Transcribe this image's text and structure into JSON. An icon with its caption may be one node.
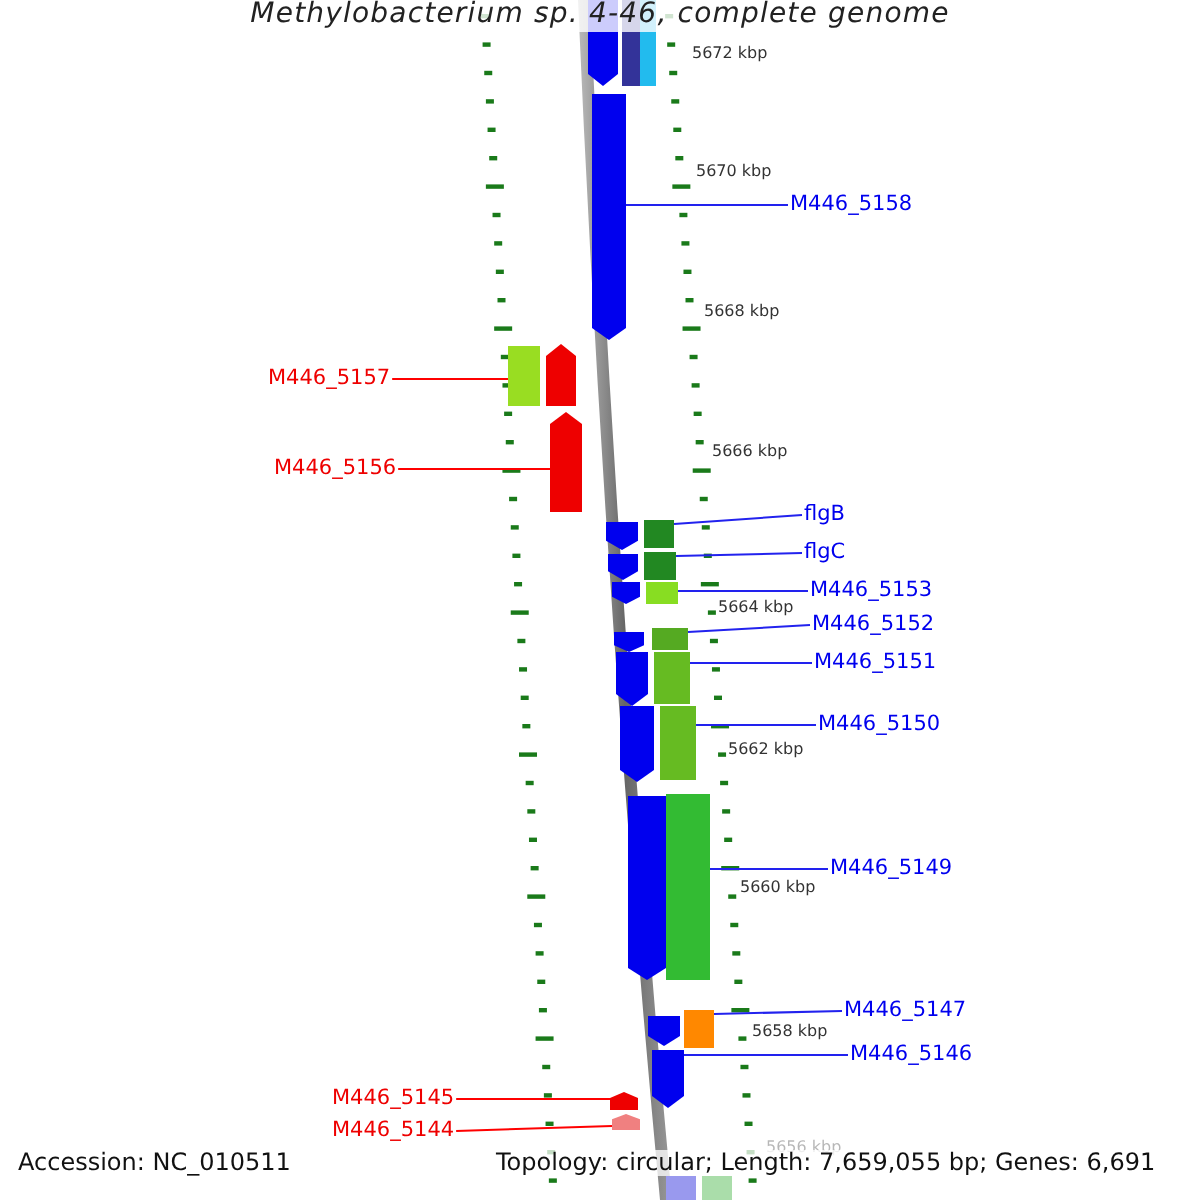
{
  "diagram": {
    "title": "Methylobacterium sp. 4-46, complete genome",
    "nodes": [
      {
        "text": [
          "M446_5158"
        ]
      },
      {
        "text": [],
        "shape": "arrow"
      },
      {
        "text": [
          "M446_5157"
        ]
      },
      {
        "text": [],
        "shape": "bar"
      },
      {
        "text": [
          "M446_5156"
        ]
      },
      {
        "text": [],
        "shape": "arrow"
      },
      {
        "text": [
          "flgB"
        ]
      },
      {
        "text": [],
        "shape": "bar"
      },
      {
        "text": [
          "flgC"
        ]
      },
      {
        "text": [],
        "shape": "bar"
      },
      {
        "text": [
          "M446_5153"
        ]
      },
      {
        "text": [],
        "shape": "bar"
      },
      {
        "text": [
          "M446_5152"
        ]
      },
      {
        "text": [],
        "shape": "bar"
      },
      {
        "text": [
          "M446_5151"
        ]
      },
      {
        "text": [],
        "shape": "bar"
      },
      {
        "text": [
          "M446_5150"
        ]
      },
      {
        "text": [],
        "shape": "bar"
      },
      {
        "text": [
          "M446_5149"
        ]
      },
      {
        "text": [],
        "shape": "bar"
      },
      {
        "text": [
          "M446_5147"
        ]
      },
      {
        "text": [],
        "shape": "bar"
      },
      {
        "text": [
          "M446_5146"
        ]
      },
      {
        "text": [],
        "shape": "arrow"
      },
      {
        "text": [
          "M446_5145"
        ]
      },
      {
        "text": [],
        "shape": "arrow"
      },
      {
        "text": [
          "M446_5144"
        ]
      },
      {
        "text": [],
        "shape": "arrow"
      },
      {
        "text": [],
        "shape": "arrow"
      },
      {
        "text": [],
        "shape": "bar"
      },
      {
        "text": [],
        "shape": "bar"
      },
      {
        "text": [],
        "shape": "arrow"
      },
      {
        "text": [],
        "shape": "arrow"
      },
      {
        "text": [],
        "shape": "arrow"
      },
      {
        "text": [],
        "shape": "arrow"
      },
      {
        "text": [],
        "shape": "arrow"
      },
      {
        "text": [],
        "shape": "arrow"
      },
      {
        "text": [],
        "shape": "arrow"
      },
      {
        "text": [],
        "shape": "arrow"
      },
      {
        "text": [],
        "shape": "arrow"
      },
      {
        "text": [],
        "shape": "bar"
      },
      {
        "text": [],
        "shape": "bar"
      }
    ],
    "edges": [
      {
        "from": 0,
        "to": 1,
        "arrow": "none"
      },
      {
        "from": 2,
        "to": 3,
        "arrow": "none",
        "color": "#ff0000"
      },
      {
        "from": 4,
        "to": 5,
        "arrow": "none",
        "color": "#ff0000"
      },
      {
        "from": 6,
        "to": 7,
        "arrow": "none"
      },
      {
        "from": 8,
        "to": 9,
        "arrow": "none"
      },
      {
        "from": 10,
        "to": 11,
        "arrow": "none"
      },
      {
        "from": 12,
        "to": 13,
        "arrow": "none"
      },
      {
        "from": 14,
        "to": 15,
        "arrow": "none"
      },
      {
        "from": 16,
        "to": 17,
        "arrow": "none"
      },
      {
        "from": 18,
        "to": 19,
        "arrow": "none"
      },
      {
        "from": 20,
        "to": 21,
        "arrow": "none"
      },
      {
        "from": 22,
        "to": 23,
        "arrow": "none"
      },
      {
        "from": 24,
        "to": 25,
        "arrow": "none",
        "color": "#ff0000"
      },
      {
        "from": 26,
        "to": 27,
        "arrow": "none",
        "color": "#ff0000"
      }
    ],
    "labels": [
      "5672 kbp",
      "5670 kbp",
      "5668 kbp",
      "5666 kbp",
      "5664 kbp",
      "5662 kbp",
      "5660 kbp",
      "5658 kbp",
      "5656 kbp",
      "Accession: NC_010511",
      "Topology: circular; Length: 7,659,055 bp; Genes: 6,691"
    ]
  }
}
